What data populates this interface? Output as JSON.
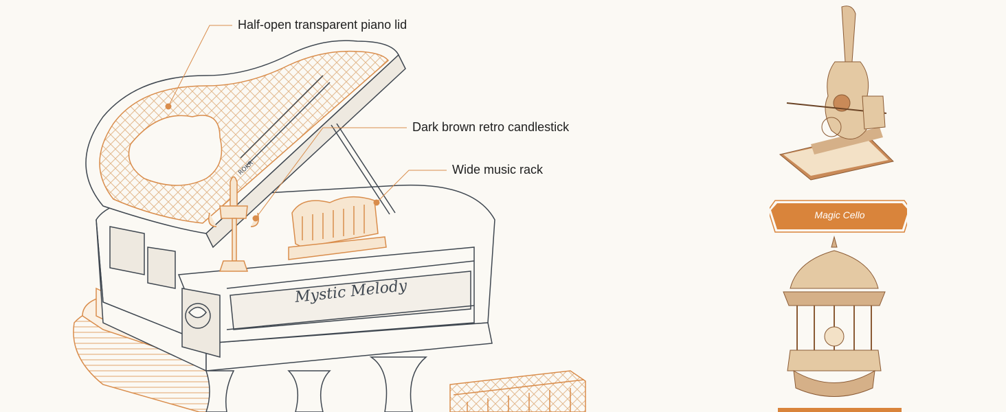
{
  "callouts": {
    "lid": "Half-open transparent piano lid",
    "candlestick": "Dark brown retro candlestick",
    "music_rack": "Wide music rack"
  },
  "piano": {
    "nameplate": "Mystic Melody",
    "lid_brand": "ROKR"
  },
  "products": [
    {
      "label": "Magic Cello",
      "icon": "cello-model-icon"
    },
    {
      "label": "",
      "icon": "carousel-model-icon"
    }
  ],
  "colors": {
    "background": "#fbf9f4",
    "accent": "#d9843b",
    "line": "#3f4750",
    "wood": "#e9cda6"
  }
}
